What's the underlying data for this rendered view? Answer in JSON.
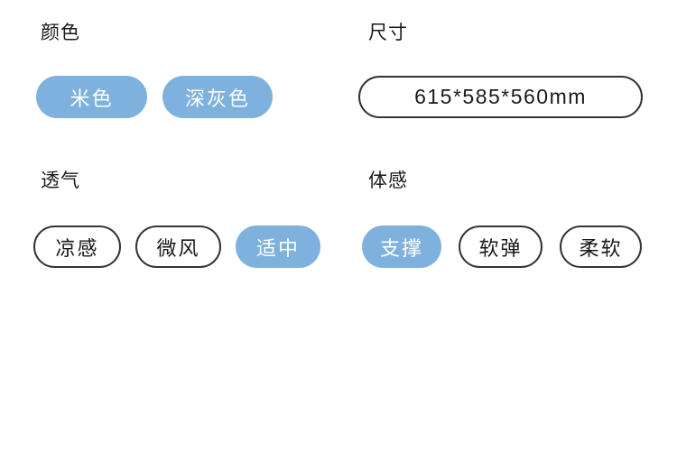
{
  "panel": {
    "background": "#ffffff"
  },
  "colors": {
    "accent_blue": "#7EB1DD",
    "pill_border": "#333333",
    "text_dark": "#1a1a1a",
    "selected_text": "#ffffff"
  },
  "option_groups": [
    {
      "id": "color",
      "label": "颜色",
      "options": [
        {
          "label": "米色",
          "selected": true
        },
        {
          "label": "深灰色",
          "selected": true
        }
      ]
    },
    {
      "id": "size",
      "label": "尺寸",
      "options": [
        {
          "label": "615*585*560mm",
          "selected": false
        }
      ]
    },
    {
      "id": "breathability",
      "label": "透气",
      "options": [
        {
          "label": "凉感",
          "selected": false
        },
        {
          "label": "微风",
          "selected": false
        },
        {
          "label": "适中",
          "selected": true
        }
      ]
    },
    {
      "id": "body-feel",
      "label": "体感",
      "options": [
        {
          "label": "支撑",
          "selected": true
        },
        {
          "label": "软弹",
          "selected": false
        },
        {
          "label": "柔软",
          "selected": false
        }
      ]
    }
  ]
}
